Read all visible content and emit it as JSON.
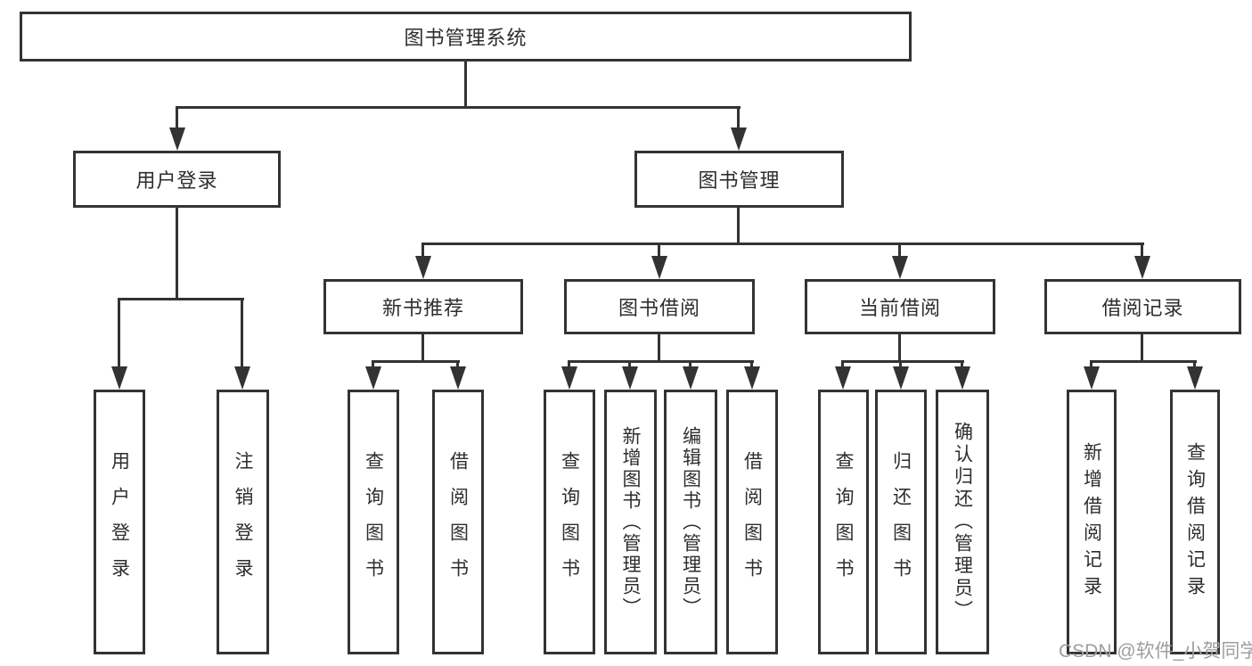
{
  "diagram": {
    "title": "图书管理系统",
    "root": {
      "label": "图书管理系统"
    },
    "level2": [
      {
        "label": "用户登录"
      },
      {
        "label": "图书管理"
      }
    ],
    "level3": [
      {
        "label": "新书推荐"
      },
      {
        "label": "图书借阅"
      },
      {
        "label": "当前借阅"
      },
      {
        "label": "借阅记录"
      }
    ],
    "leaves": [
      {
        "label": "用户登录",
        "parent": "用户登录"
      },
      {
        "label": "注销登录",
        "parent": "用户登录"
      },
      {
        "label": "查询图书",
        "parent": "新书推荐"
      },
      {
        "label": "借阅图书",
        "parent": "新书推荐"
      },
      {
        "label": "查询图书",
        "parent": "图书借阅"
      },
      {
        "label": "新增图书（管理员）",
        "parent": "图书借阅"
      },
      {
        "label": "编辑图书（管理员）",
        "parent": "图书借阅"
      },
      {
        "label": "借阅图书",
        "parent": "图书借阅"
      },
      {
        "label": "查询图书",
        "parent": "当前借阅"
      },
      {
        "label": "归还图书",
        "parent": "当前借阅"
      },
      {
        "label": "确认归还（管理员）",
        "parent": "当前借阅"
      },
      {
        "label": "新增借阅记录",
        "parent": "借阅记录"
      },
      {
        "label": "查询借阅记录",
        "parent": "借阅记录"
      }
    ],
    "colors": {
      "line": "#333333",
      "text": "#2e2e2e",
      "watermark_text_color": "#9e9e9e",
      "background": "#ffffff"
    }
  },
  "watermark": {
    "text": "CSDN @软件_小贺同学"
  }
}
